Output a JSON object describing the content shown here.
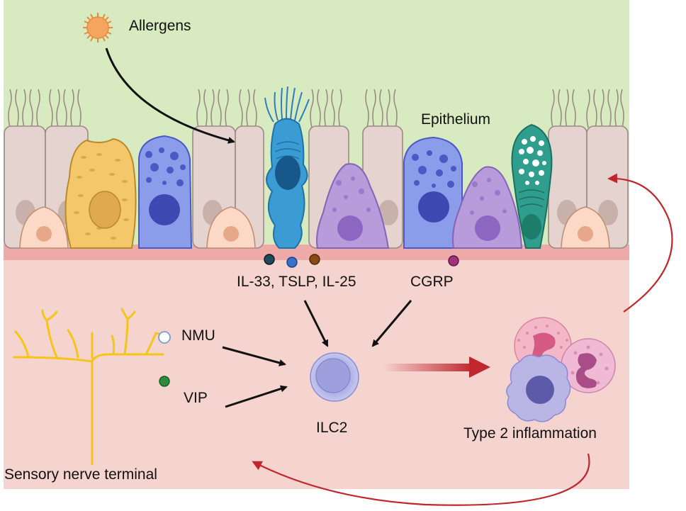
{
  "labels": {
    "allergens": "Allergens",
    "epithelium": "Epithelium",
    "cytokines": "IL-33, TSLP, IL-25",
    "cgrp": "CGRP",
    "nmu": "NMU",
    "vip": "VIP",
    "ilc2": "ILC2",
    "inflammation": "Type 2 inflammation",
    "nerve": "Sensory nerve terminal"
  },
  "colors": {
    "lumen": "#d8ebc0",
    "tissue": "#f5d3cf",
    "basement": "#eeaaa8",
    "tuft_cell": "#3b9bd3",
    "goblet_cell": "#2f9e8c",
    "nerve": "#f5c518",
    "arrow_red": "#c0272d",
    "il33_dot": "#1f4a5e",
    "tslp_dot": "#3a70c8",
    "il25_dot": "#8a4a14",
    "cgrp_dot": "#a0327a",
    "nmu_dot": "#ffffff",
    "vip_dot": "#2e8b3a"
  }
}
